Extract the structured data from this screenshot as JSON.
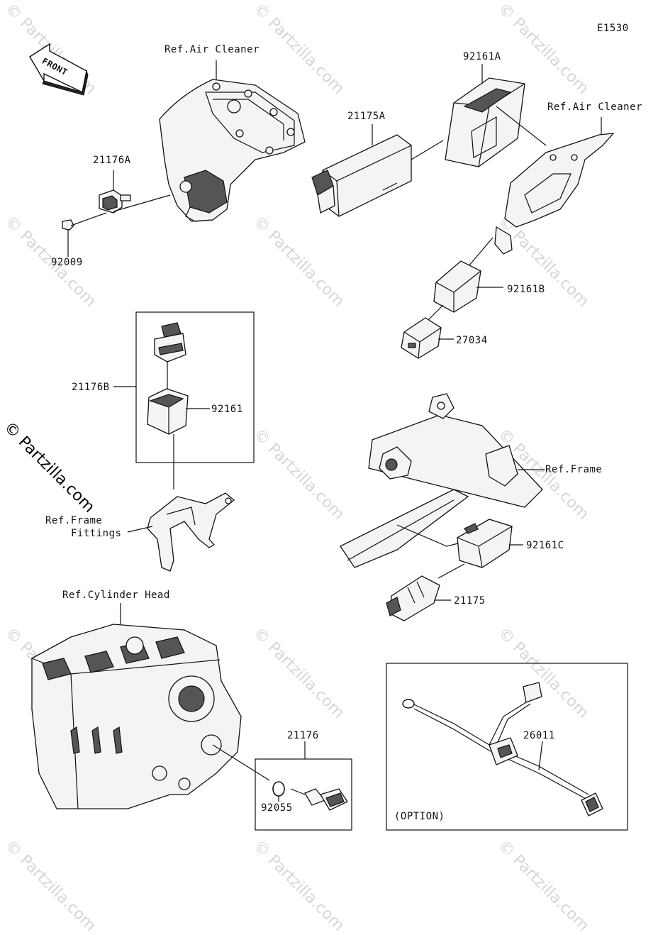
{
  "diagram": {
    "code": "E1530",
    "front_arrow": "FRONT",
    "watermark_text": "© Partzilla.com",
    "side_watermark": "© Partzilla.com",
    "labels": {
      "ref_air_cleaner_1": "Ref.Air Cleaner",
      "ref_air_cleaner_2": "Ref.Air Cleaner",
      "p21176A": "21176A",
      "p92009": "92009",
      "p92161A": "92161A",
      "p21175A": "21175A",
      "p92161B": "92161B",
      "p27034": "27034",
      "p21176B": "21176B",
      "p92161": "92161",
      "ref_frame_fittings_1": "Ref.Frame",
      "ref_frame_fittings_2": "Fittings",
      "ref_frame": "Ref.Frame",
      "p92161C": "92161C",
      "p21175": "21175",
      "ref_cylinder_head": "Ref.Cylinder Head",
      "p21176": "21176",
      "p92055": "92055",
      "p26011": "26011",
      "option": "(OPTION)"
    }
  }
}
